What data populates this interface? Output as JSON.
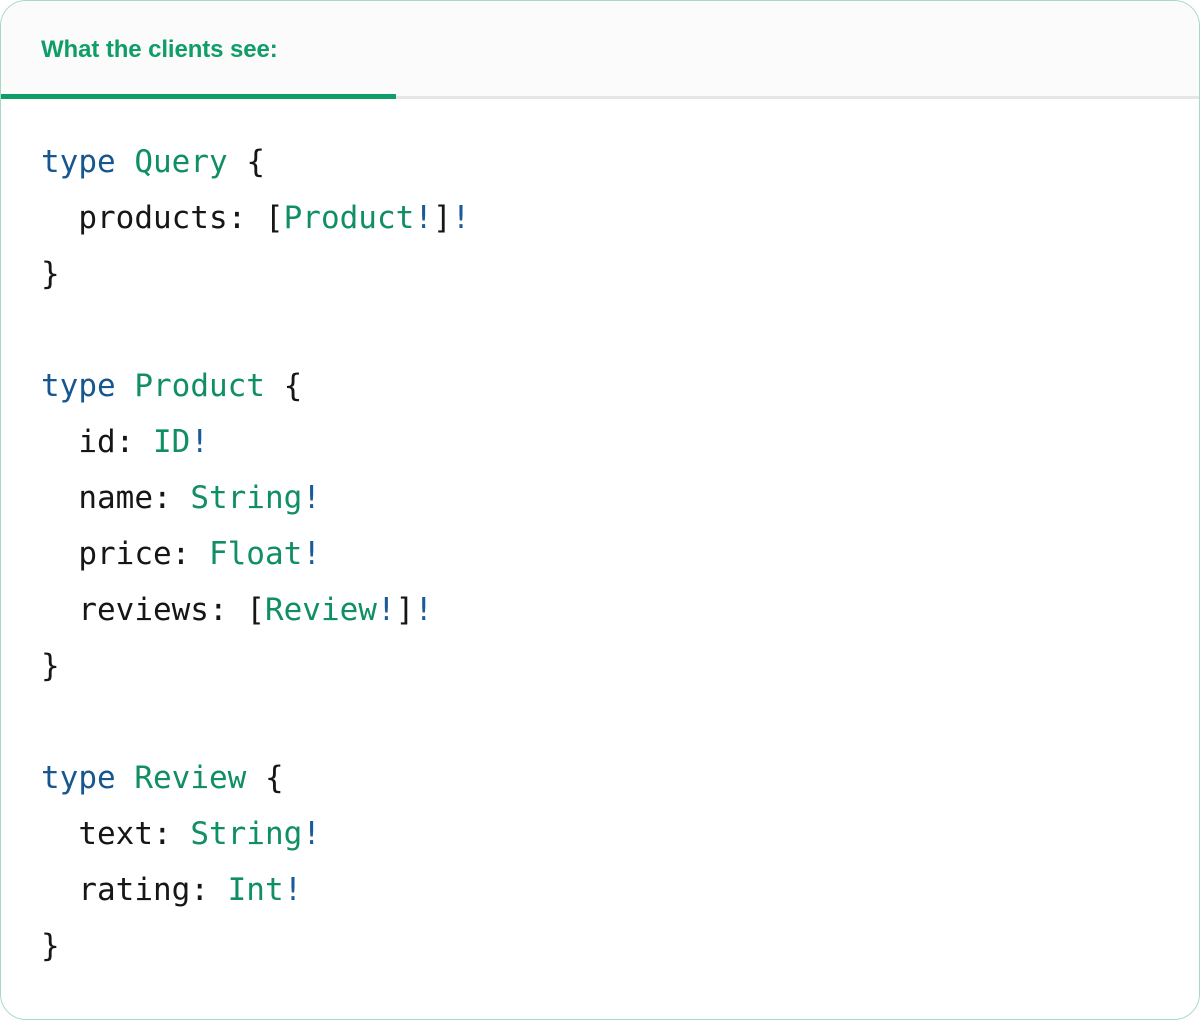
{
  "card": {
    "accent_color": "#0f9d68",
    "border_color": "#a8d8c2",
    "header_bg": "#fbfbfb",
    "body_bg": "#ffffff"
  },
  "tabs": [
    {
      "label": "What the clients see:",
      "active": true
    }
  ],
  "code": {
    "language": "graphql",
    "colors": {
      "keyword": "#17578f",
      "type_name": "#0f8f63",
      "non_null_bang": "#1a5a99",
      "punctuation": "#161616",
      "field_name": "#161616"
    },
    "lines": [
      {
        "tokens": [
          {
            "t": "type",
            "c": "kw"
          },
          {
            "t": " ",
            "c": "punc"
          },
          {
            "t": "Query",
            "c": "tname"
          },
          {
            "t": " ",
            "c": "punc"
          },
          {
            "t": "{",
            "c": "punc"
          }
        ]
      },
      {
        "tokens": [
          {
            "t": "  products",
            "c": "field"
          },
          {
            "t": ": ",
            "c": "punc"
          },
          {
            "t": "[",
            "c": "punc"
          },
          {
            "t": "Product",
            "c": "tname"
          },
          {
            "t": "!",
            "c": "bang"
          },
          {
            "t": "]",
            "c": "punc"
          },
          {
            "t": "!",
            "c": "bang"
          }
        ]
      },
      {
        "tokens": [
          {
            "t": "}",
            "c": "punc"
          }
        ]
      },
      {
        "tokens": []
      },
      {
        "tokens": [
          {
            "t": "type",
            "c": "kw"
          },
          {
            "t": " ",
            "c": "punc"
          },
          {
            "t": "Product",
            "c": "tname"
          },
          {
            "t": " ",
            "c": "punc"
          },
          {
            "t": "{",
            "c": "punc"
          }
        ]
      },
      {
        "tokens": [
          {
            "t": "  id",
            "c": "field"
          },
          {
            "t": ": ",
            "c": "punc"
          },
          {
            "t": "ID",
            "c": "tname"
          },
          {
            "t": "!",
            "c": "bang"
          }
        ]
      },
      {
        "tokens": [
          {
            "t": "  name",
            "c": "field"
          },
          {
            "t": ": ",
            "c": "punc"
          },
          {
            "t": "String",
            "c": "tname"
          },
          {
            "t": "!",
            "c": "bang"
          }
        ]
      },
      {
        "tokens": [
          {
            "t": "  price",
            "c": "field"
          },
          {
            "t": ": ",
            "c": "punc"
          },
          {
            "t": "Float",
            "c": "tname"
          },
          {
            "t": "!",
            "c": "bang"
          }
        ]
      },
      {
        "tokens": [
          {
            "t": "  reviews",
            "c": "field"
          },
          {
            "t": ": ",
            "c": "punc"
          },
          {
            "t": "[",
            "c": "punc"
          },
          {
            "t": "Review",
            "c": "tname"
          },
          {
            "t": "!",
            "c": "bang"
          },
          {
            "t": "]",
            "c": "punc"
          },
          {
            "t": "!",
            "c": "bang"
          }
        ]
      },
      {
        "tokens": [
          {
            "t": "}",
            "c": "punc"
          }
        ]
      },
      {
        "tokens": []
      },
      {
        "tokens": [
          {
            "t": "type",
            "c": "kw"
          },
          {
            "t": " ",
            "c": "punc"
          },
          {
            "t": "Review",
            "c": "tname"
          },
          {
            "t": " ",
            "c": "punc"
          },
          {
            "t": "{",
            "c": "punc"
          }
        ]
      },
      {
        "tokens": [
          {
            "t": "  text",
            "c": "field"
          },
          {
            "t": ": ",
            "c": "punc"
          },
          {
            "t": "String",
            "c": "tname"
          },
          {
            "t": "!",
            "c": "bang"
          }
        ]
      },
      {
        "tokens": [
          {
            "t": "  rating",
            "c": "field"
          },
          {
            "t": ": ",
            "c": "punc"
          },
          {
            "t": "Int",
            "c": "tname"
          },
          {
            "t": "!",
            "c": "bang"
          }
        ]
      },
      {
        "tokens": [
          {
            "t": "}",
            "c": "punc"
          }
        ]
      }
    ]
  }
}
